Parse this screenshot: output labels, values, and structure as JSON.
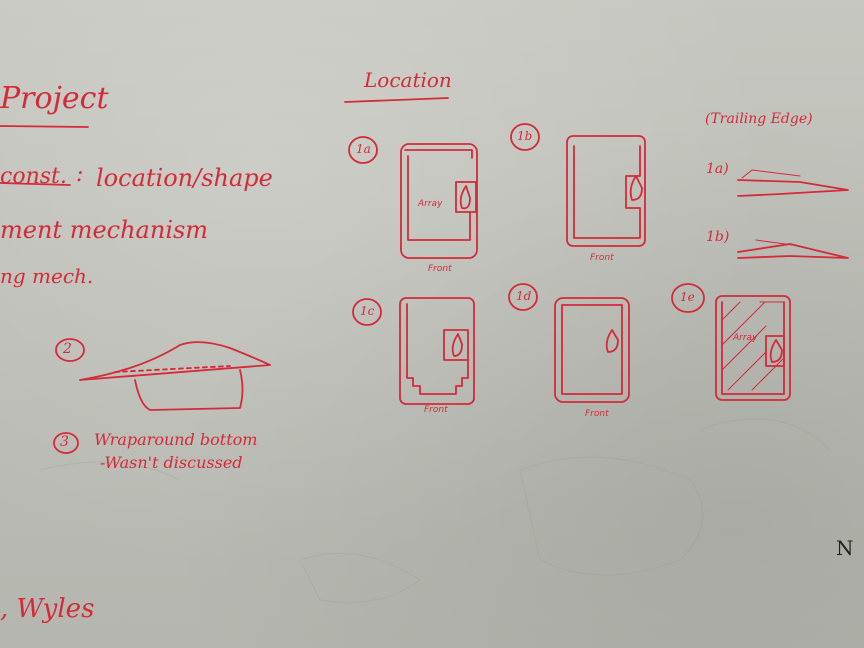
{
  "left": {
    "title": "Project",
    "line1_struck": "const.",
    "line1": "location/shape",
    "line2": "ment mechanism",
    "line3": "ng mech.",
    "item2": "2",
    "item3": "3",
    "item3_text1": "Wraparound bottom",
    "item3_text2": "-Wasn't discussed",
    "names": ", Wyles"
  },
  "location": {
    "heading": "Location",
    "labels": {
      "1a": "1a",
      "1b": "1b",
      "1c": "1c",
      "1d": "1d",
      "1e": "1e"
    },
    "array_1a": "Array",
    "array_1e": "Array",
    "front_1a": "Front",
    "front_1b": "Front",
    "front_1c": "Front",
    "front_1d": "Front"
  },
  "trailing": {
    "heading": "(Trailing Edge)",
    "a": "1a)",
    "b": "1b)"
  },
  "edge_mark": "N"
}
